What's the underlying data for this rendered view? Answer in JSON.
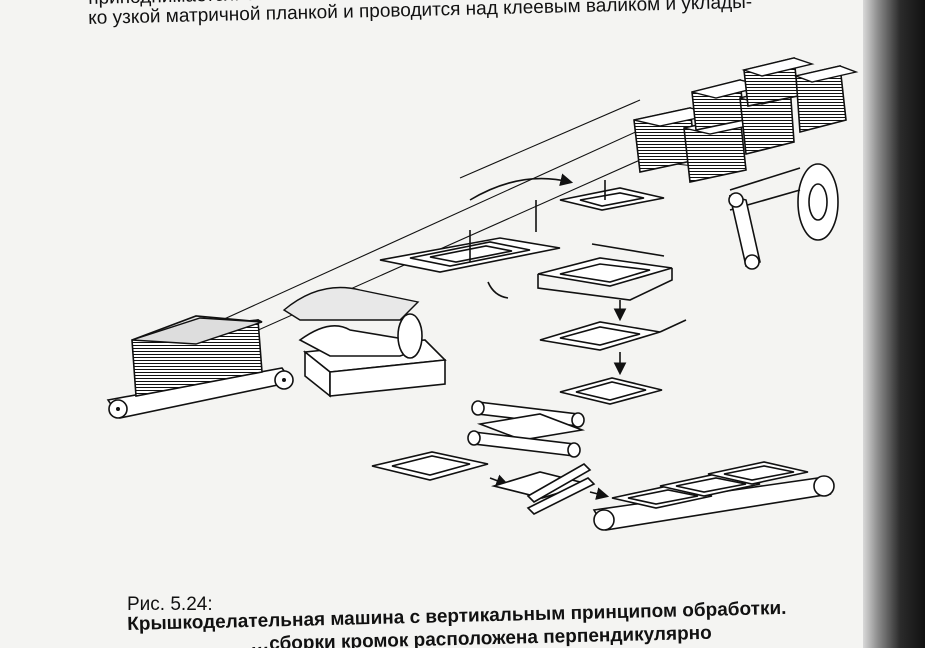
{
  "text": {
    "line1": "приподнимается. Заготовка захватывается",
    "line2": "ко узкой матричной планкой  и проводится над клеевым валиком и уклады-",
    "caption_label": "Рис. 5.24:",
    "caption_title": "Крышкоделательная машина с вертикальным принципом обработки.",
    "caption_cont": "…сборки кромок расположена перпендикулярно"
  },
  "colors": {
    "paper": "#f4f4f2",
    "ink": "#111111",
    "gutter": "#111111"
  }
}
